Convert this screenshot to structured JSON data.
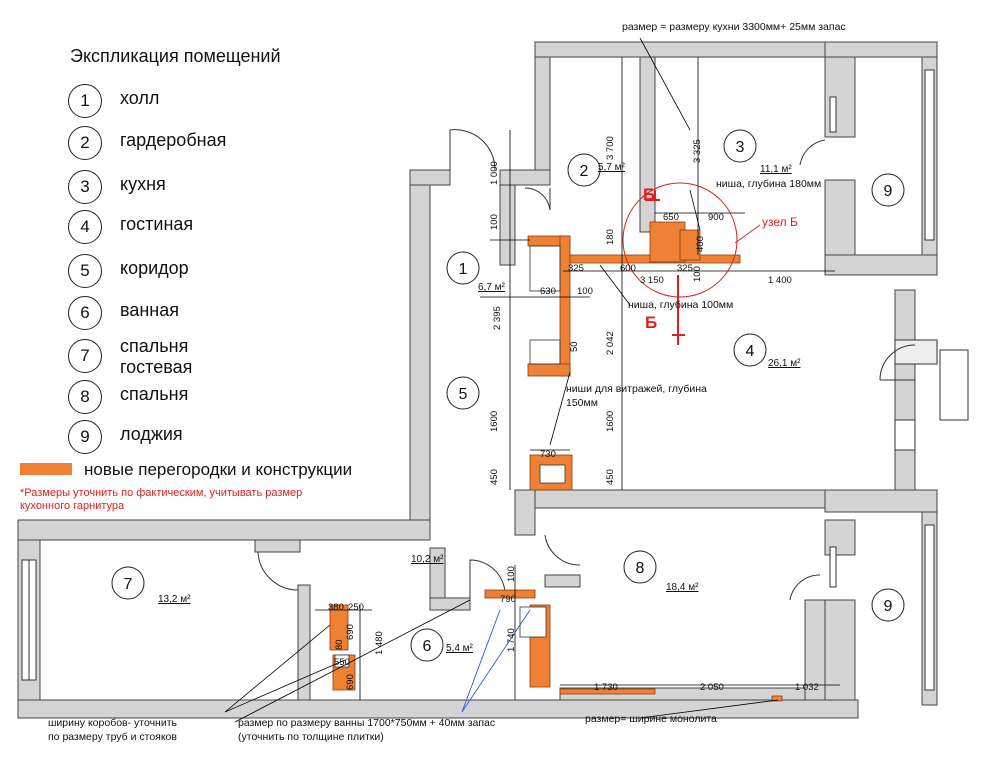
{
  "legend": {
    "title": "Экспликация помещений",
    "items": [
      {
        "num": "1",
        "name": "холл"
      },
      {
        "num": "2",
        "name": "гардеробная"
      },
      {
        "num": "3",
        "name": "кухня"
      },
      {
        "num": "4",
        "name": "гостиная"
      },
      {
        "num": "5",
        "name": "коридор"
      },
      {
        "num": "6",
        "name": "ванная"
      },
      {
        "num": "7",
        "name": "спальня гостевая"
      },
      {
        "num": "8",
        "name": "спальня"
      },
      {
        "num": "9",
        "name": "лоджия"
      }
    ],
    "new_structures_label": "новые перегородки и конструкции",
    "note": "*Размеры уточнить по фактическим, учитывать размер кухонного гарнитура"
  },
  "colors": {
    "new_structures": "#f08033",
    "wall": "#d4d4d4",
    "note": "#e02020",
    "leader_blue": "#3355cc"
  },
  "rooms": {
    "r1": {
      "num": "1",
      "area": "6,7 м²"
    },
    "r2": {
      "num": "2",
      "area": "5,7 м²"
    },
    "r3": {
      "num": "3",
      "area": "11,1 м²"
    },
    "r4": {
      "num": "4",
      "area": "26,1 м²"
    },
    "r5": {
      "num": "5",
      "area": "10,2 м²"
    },
    "r6": {
      "num": "6",
      "area": "5,4 м²"
    },
    "r7": {
      "num": "7",
      "area": "13,2 м²"
    },
    "r8": {
      "num": "8",
      "area": "18,4 м²"
    },
    "r9a": {
      "num": "9"
    },
    "r9b": {
      "num": "9"
    }
  },
  "dimensions": {
    "d1000": "1 000",
    "d100a": "100",
    "d2395": "2 395",
    "d1600a": "1600",
    "d450a": "450",
    "d3700": "3 700",
    "d3325": "3 325",
    "d180": "180",
    "d2042": "2 042",
    "d1600b": "1600",
    "d450b": "450",
    "d650": "650",
    "d900": "900",
    "d400": "400",
    "d325a": "325",
    "d600": "600",
    "d3150": "3 150",
    "d325b": "325",
    "d100b": "100",
    "d1400": "1 400",
    "d630": "630",
    "d100c": "100",
    "d50": "50",
    "d730": "730",
    "d380": "380",
    "d250": "250",
    "d690a": "690",
    "d550": "550",
    "d690b": "690",
    "d80": "80",
    "d1480": "1 480",
    "d100d": "100",
    "d790": "790",
    "d1740": "1 740",
    "d1730": "1 730",
    "d2050": "2 050",
    "d1032": "1 032"
  },
  "annotations": {
    "kitchen_size": "размер = размеру кухни 3300мм+ 25мм запас",
    "niche180": "ниша, глубина 180мм",
    "node_b": "узел Б",
    "section_mark": "Б",
    "niche100": "ниша, глубина 100мм",
    "stained_glass": "ниши для витражей, глубина 150мм",
    "box_width": "ширину коробов- уточнить по размеру труб и стояков",
    "bath_size": "размер по размеру ванны 1700*750мм + 40мм запас (уточнить по толщине плитки)",
    "monolith": "размер= ширине монолита"
  }
}
